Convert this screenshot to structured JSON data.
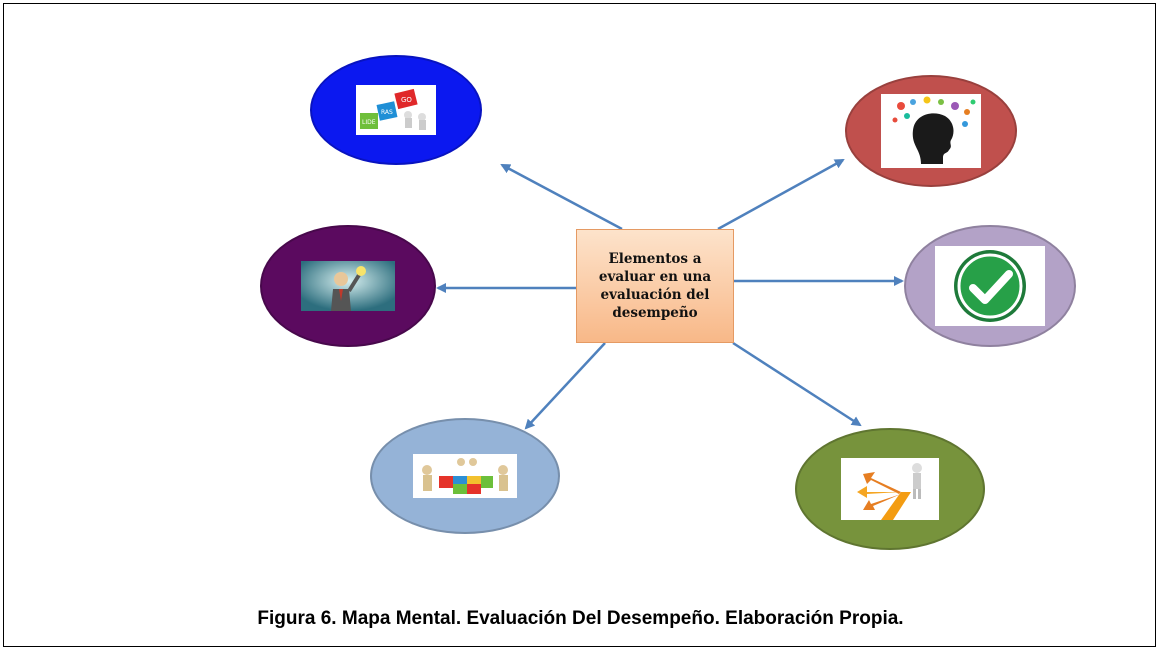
{
  "center": {
    "line1": "Elementos a",
    "line2": "evaluar en una",
    "line3": "evaluación del",
    "line4": "desempeño"
  },
  "nodes": [
    {
      "id": "top-left",
      "color": "#0b18f0",
      "icon": "go-blocks-icon",
      "icon_text": [
        "LIDE",
        "RAS",
        "GO"
      ]
    },
    {
      "id": "top-right",
      "color": "#c0504d",
      "icon": "head-ideas-icon"
    },
    {
      "id": "middle-left",
      "color": "#5b0a5f",
      "icon": "lightbulb-idea-icon"
    },
    {
      "id": "middle-right",
      "color": "#b3a2c7",
      "icon": "checkmark-icon"
    },
    {
      "id": "bottom-left",
      "color": "#95b3d7",
      "icon": "puzzle-teamwork-icon"
    },
    {
      "id": "bottom-right",
      "color": "#77933c",
      "icon": "crossroads-arrows-icon"
    }
  ],
  "caption": "Figura 6. Mapa Mental. Evaluación Del Desempeño. Elaboración Propia."
}
